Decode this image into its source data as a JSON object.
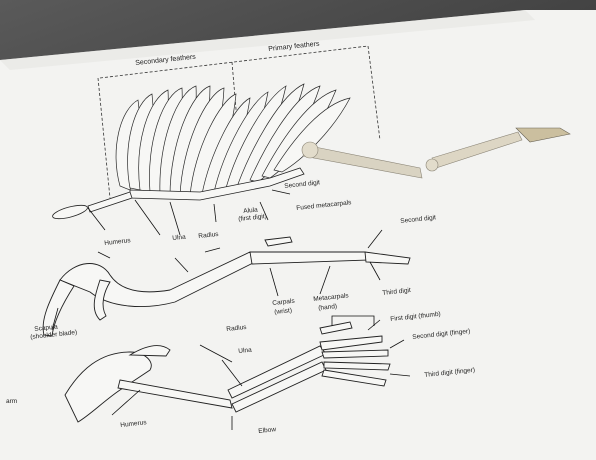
{
  "header": {
    "secondary_feathers": "Secondary feathers",
    "primary_feathers": "Primary feathers"
  },
  "wing_labels": {
    "second_digit_top": "Second digit",
    "alula": "Alula",
    "alula_sub": "(first digit)",
    "fused_metacarpals": "Fused metacarpals"
  },
  "bird_labels": {
    "humerus": "Humerus",
    "ulna": "Ulna",
    "radius": "Radius",
    "second_digit": "Second digit",
    "third_digit": "Third digit",
    "carpals": "Carpals",
    "carpals_sub": "(wrist)",
    "metacarpals": "Metacarpals",
    "metacarpals_sub": "(hand)"
  },
  "human_labels": {
    "scapula": "Scapula",
    "scapula_sub": "(shoulder blade)",
    "radius": "Radius",
    "ulna": "Ulna",
    "humerus": "Humerus",
    "elbow": "Elbow",
    "first_digit": "First digit (thumb)",
    "second_digit": "Second digit (finger)",
    "third_digit": "Third digit (finger)",
    "arm": "arm"
  },
  "colors": {
    "paper": "#f4f4f2",
    "ink": "#1e1e1e",
    "bone": "#e8e6df"
  }
}
